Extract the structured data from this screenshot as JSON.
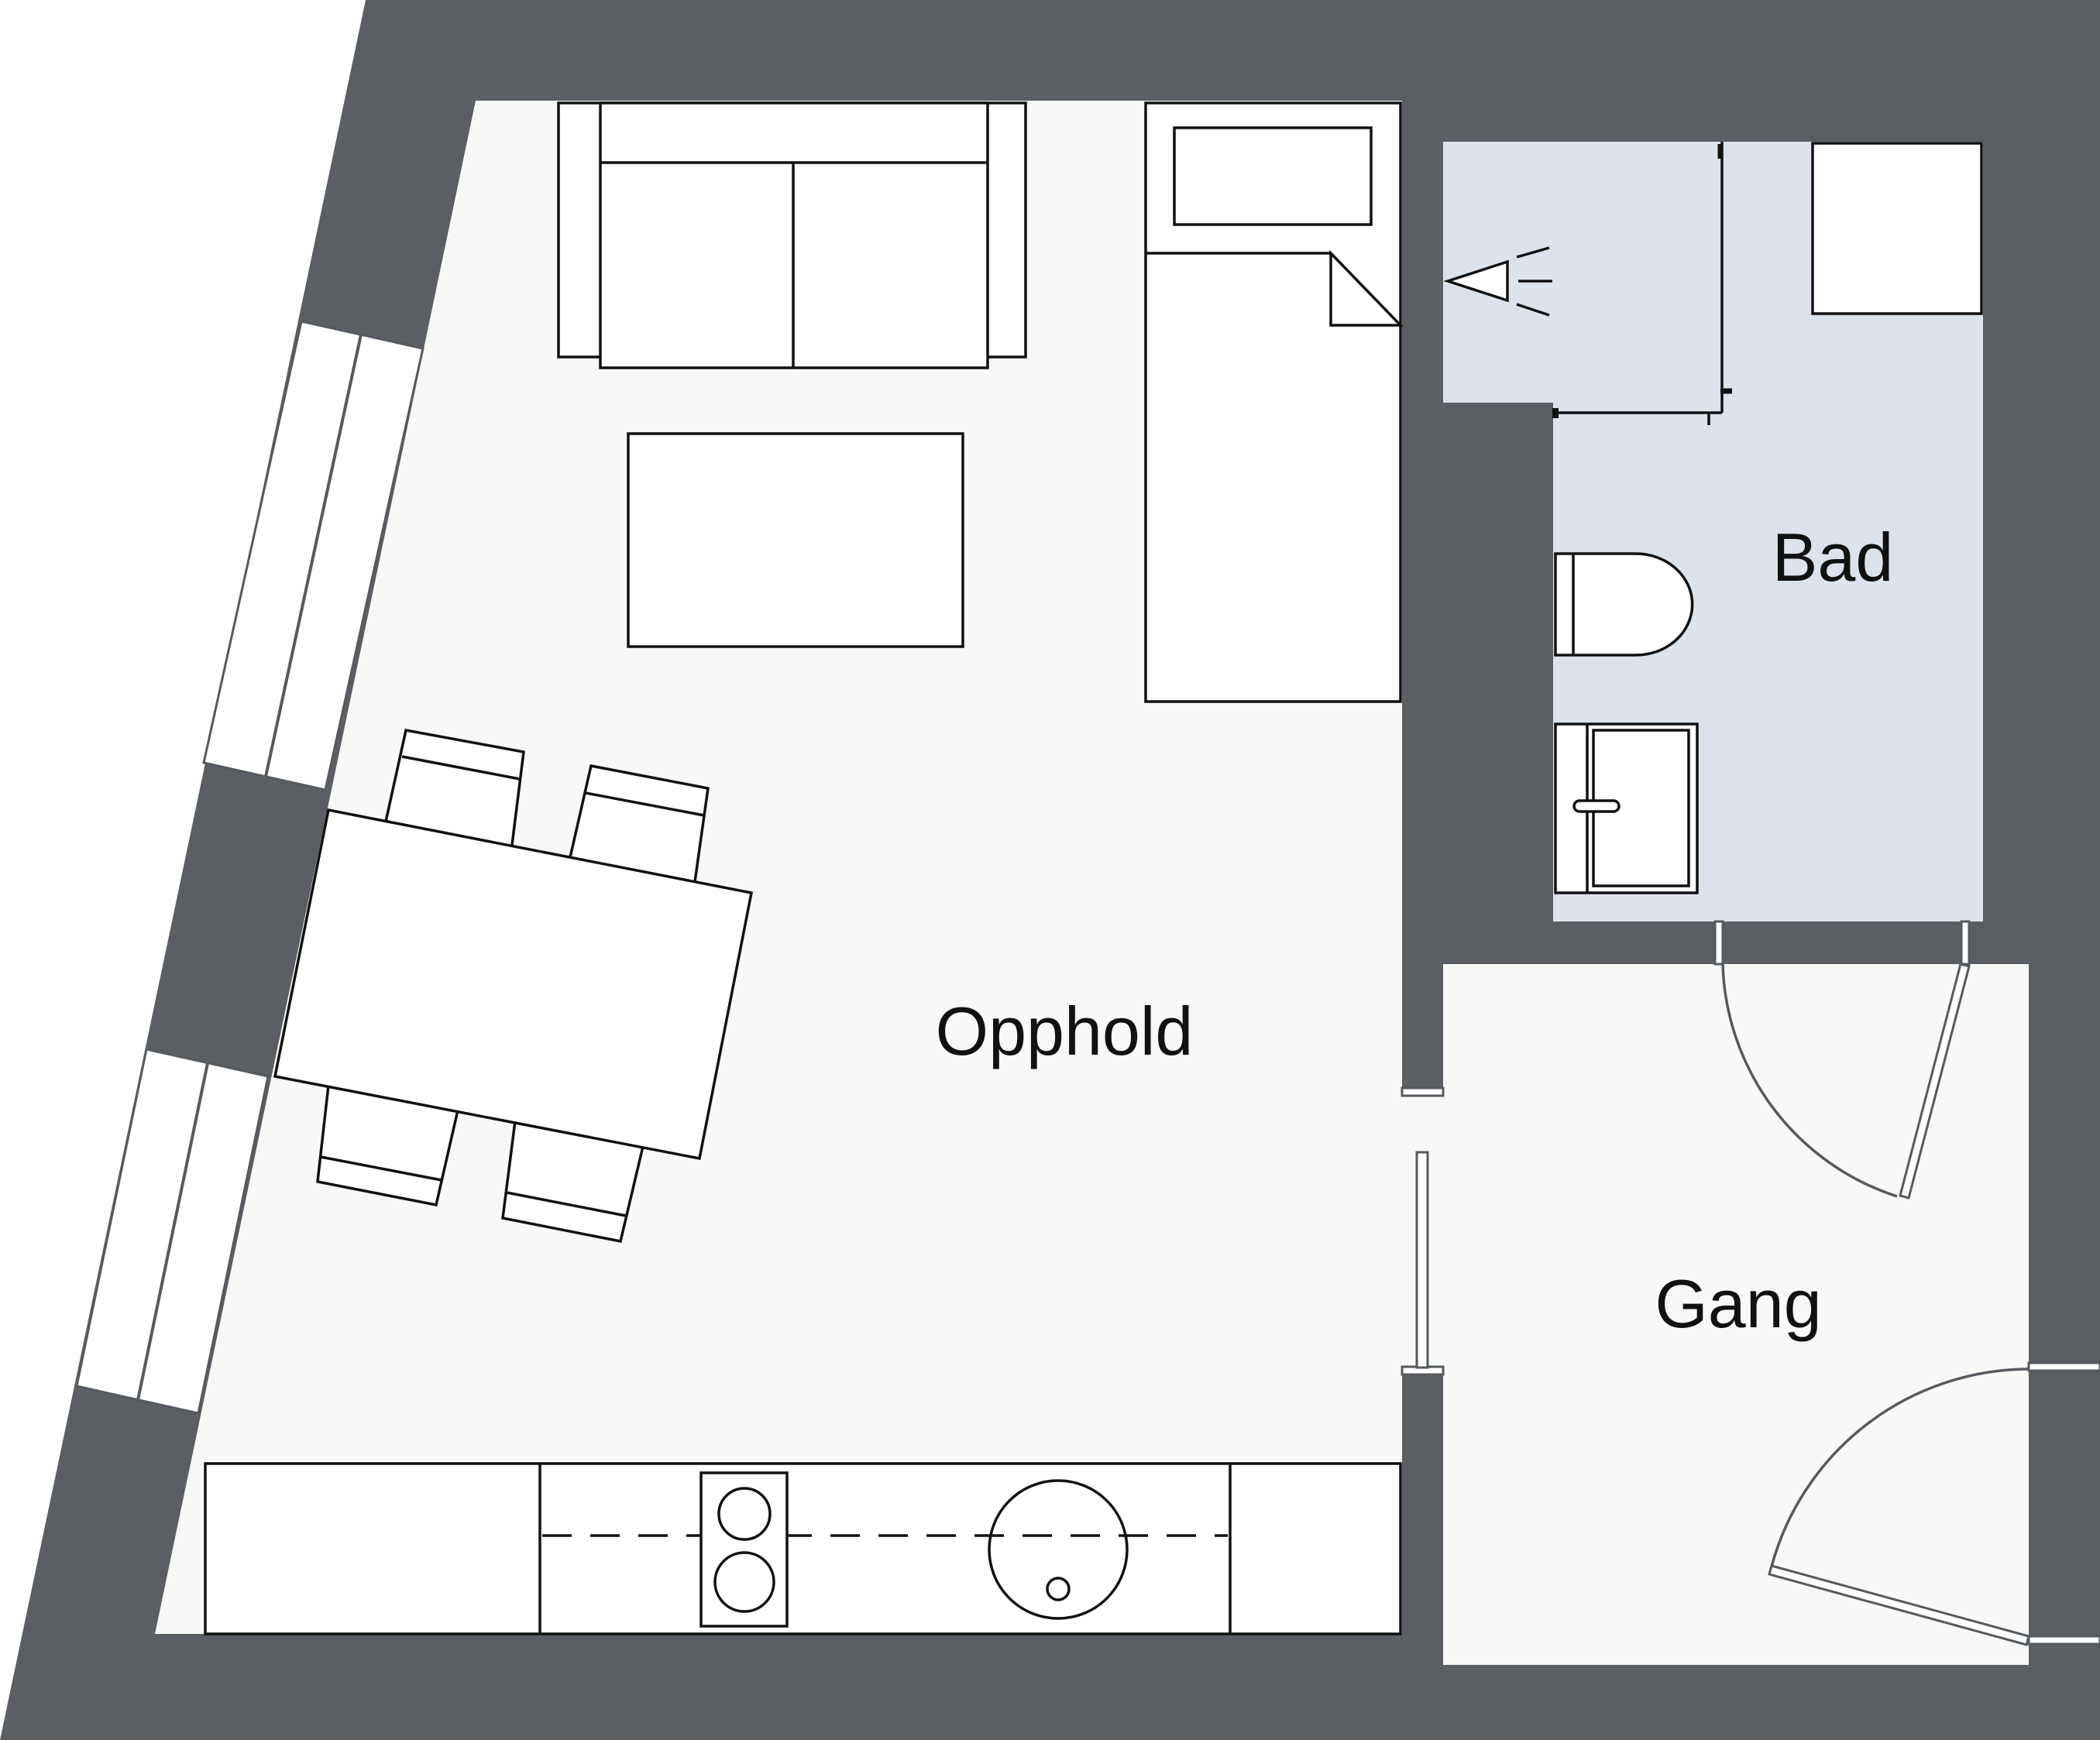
{
  "rooms": {
    "living": "Opphold",
    "bath": "Bad",
    "hall": "Gang"
  },
  "colors": {
    "wall": "#5b5e63",
    "floor": "#f8f8f6",
    "bath_floor": "#dde3eb",
    "furniture": "#ffffff",
    "line": "#111111"
  }
}
